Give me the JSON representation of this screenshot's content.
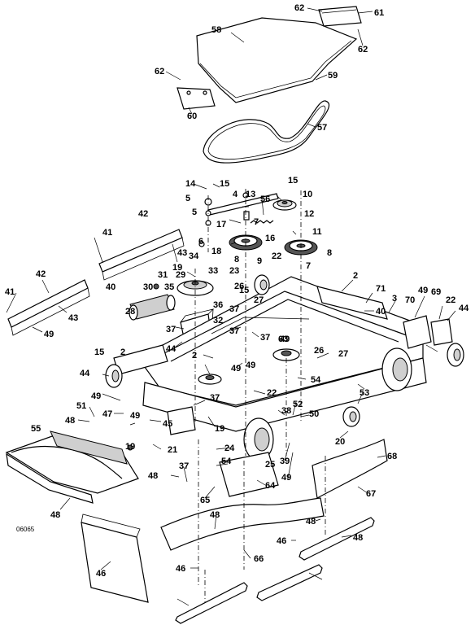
{
  "drawing_id": "06065",
  "part_labels": [
    "62",
    "61",
    "58",
    "62",
    "59",
    "62",
    "60",
    "57",
    "14",
    "15",
    "15",
    "10",
    "5",
    "4",
    "13",
    "56",
    "5",
    "7",
    "12",
    "16",
    "17",
    "6",
    "11",
    "18",
    "8",
    "8",
    "9",
    "34",
    "23",
    "22",
    "7",
    "19",
    "33",
    "26",
    "31",
    "29",
    "15",
    "27",
    "30",
    "35",
    "28",
    "36",
    "37",
    "32",
    "37",
    "37",
    "37",
    "44",
    "2",
    "2",
    "49",
    "71",
    "3",
    "49",
    "69",
    "70",
    "22",
    "44",
    "40",
    "42",
    "41",
    "43",
    "40",
    "42",
    "41",
    "43",
    "49",
    "26",
    "15",
    "2",
    "63",
    "49",
    "49",
    "27",
    "44",
    "22",
    "49",
    "54",
    "51",
    "48",
    "47",
    "49",
    "45",
    "19",
    "37",
    "38",
    "50",
    "52",
    "55",
    "19",
    "21",
    "24",
    "25",
    "39",
    "49",
    "20",
    "53",
    "54",
    "48",
    "37",
    "68",
    "65",
    "64",
    "67",
    "48",
    "48",
    "48",
    "46",
    "66",
    "48",
    "46",
    "46"
  ]
}
